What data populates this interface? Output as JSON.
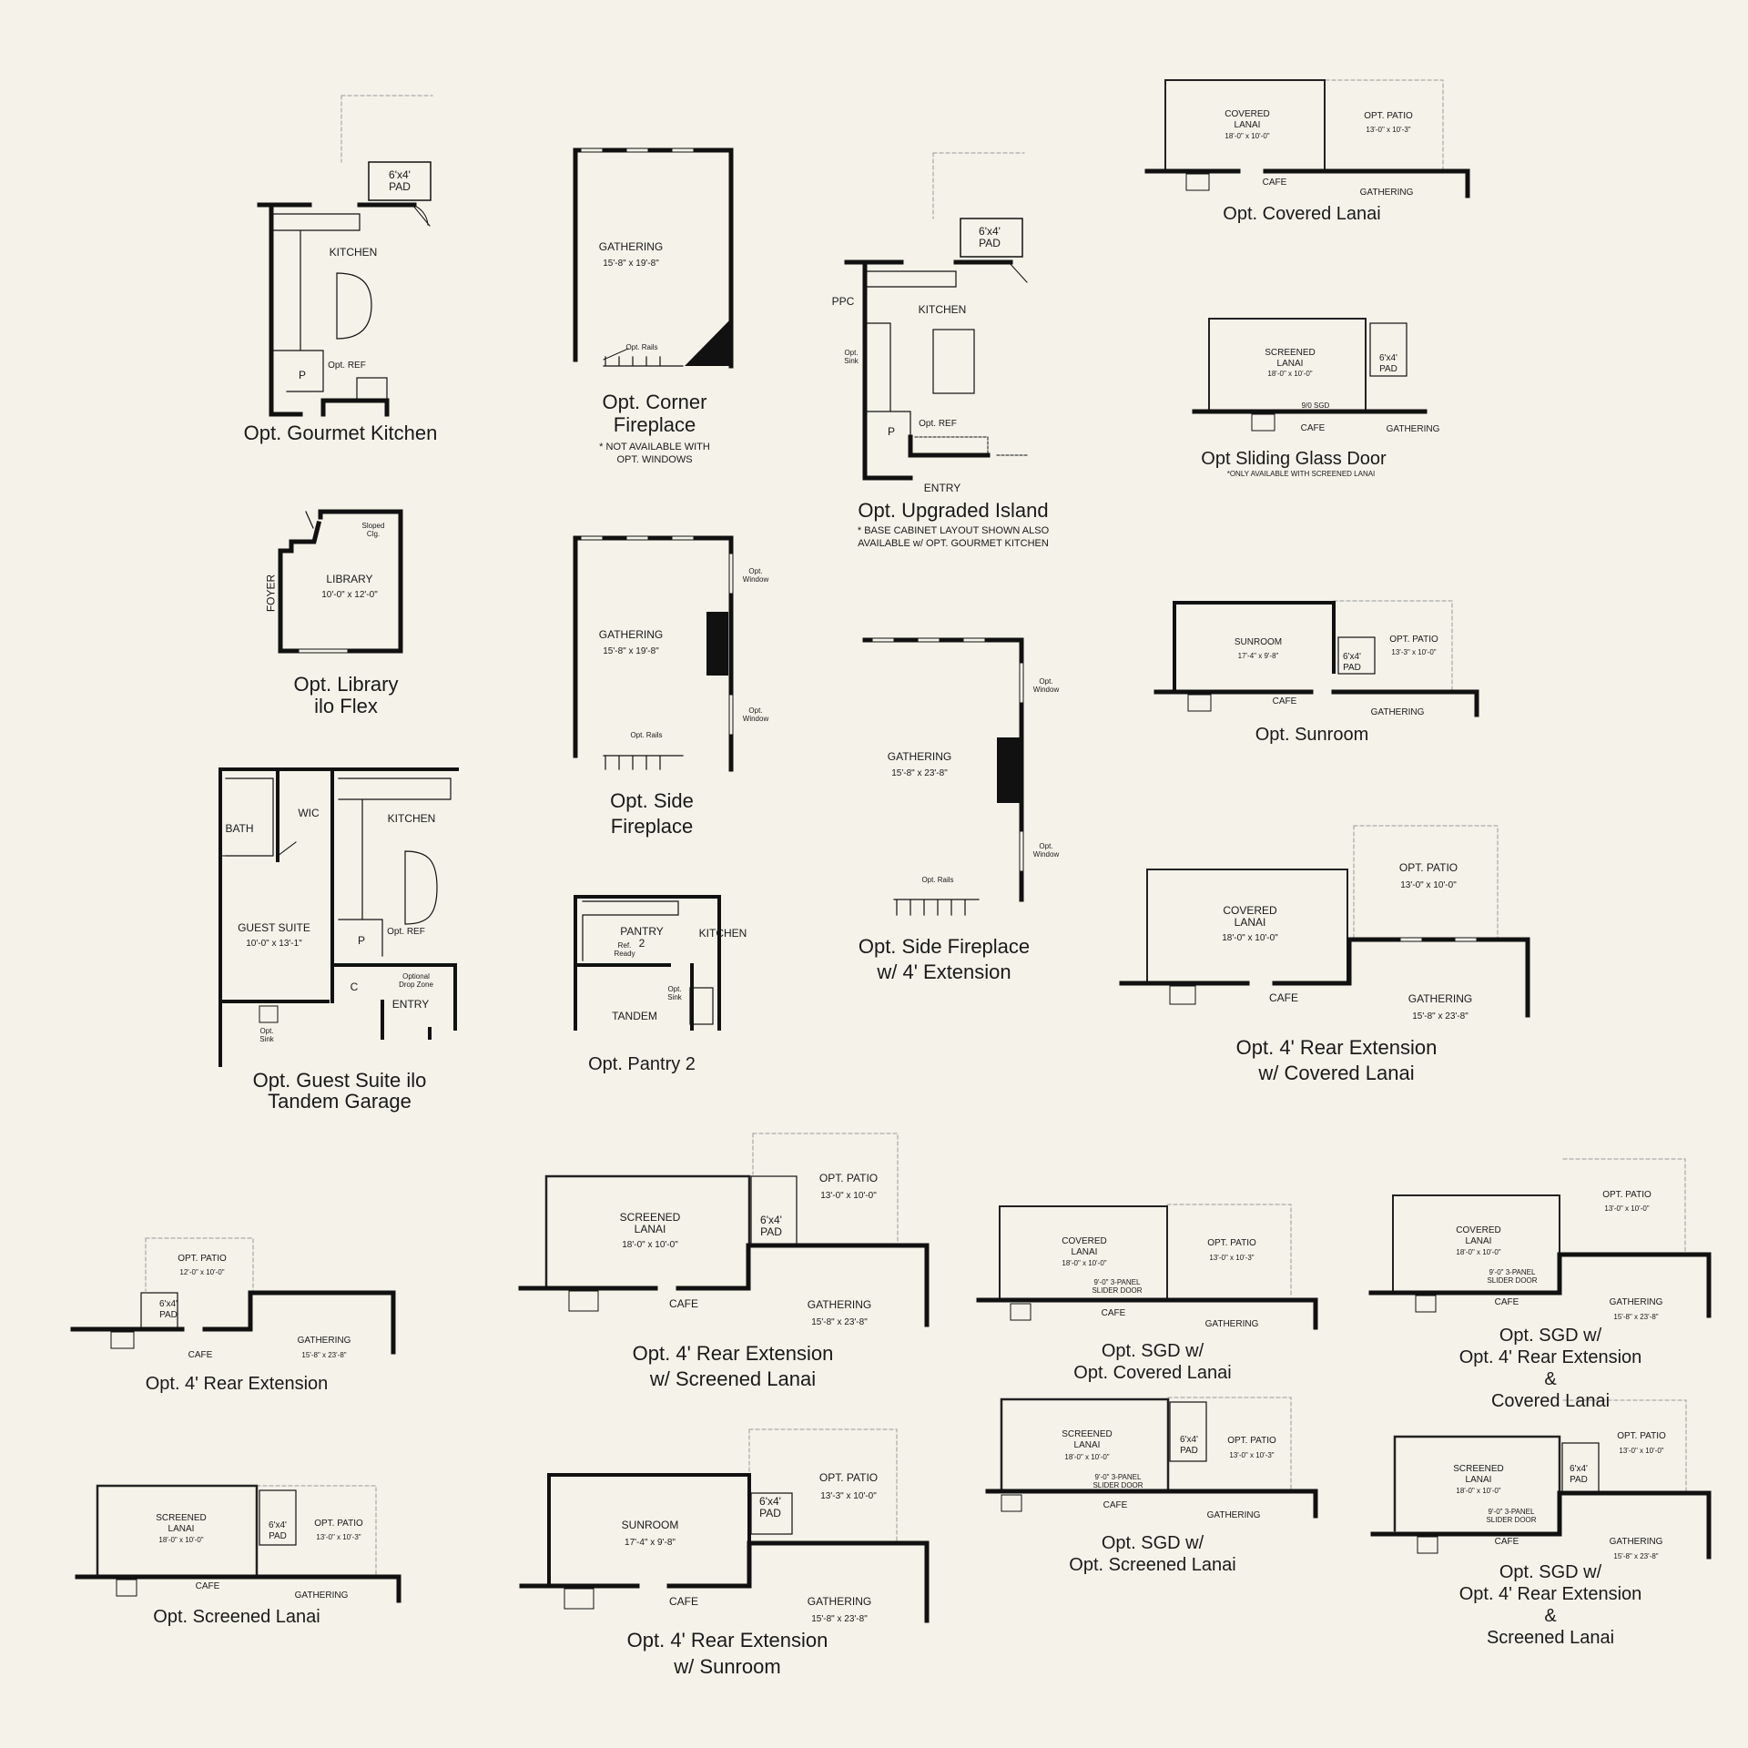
{
  "plans": {
    "gourmet_kitchen": {
      "caption": "Opt. Gourmet Kitchen",
      "pad": "6'x4'\nPAD",
      "kitchen": "KITCHEN",
      "pantry": "P",
      "ref": "Opt. REF"
    },
    "corner_fireplace": {
      "caption": "Opt. Corner\nFireplace",
      "note": "* NOT AVAILABLE WITH\nOPT. WINDOWS",
      "room": "GATHERING",
      "dims": "15'-8\" x 19'-8\"",
      "rails": "Opt. Rails"
    },
    "upgraded_island": {
      "caption": "Opt. Upgraded Island",
      "note": "* BASE CABINET LAYOUT SHOWN ALSO\nAVAILABLE w/ OPT. GOURMET KITCHEN",
      "pad": "6'x4'\nPAD",
      "ppc": "PPC",
      "sink": "Opt.\nSink",
      "kitchen": "KITCHEN",
      "pantry": "P",
      "ref": "Opt. REF",
      "entry": "ENTRY"
    },
    "covered_lanai": {
      "caption": "Opt. Covered Lanai",
      "lanai": "COVERED\nLANAI",
      "lanai_dims": "18'-0\" x 10'-0\"",
      "patio": "OPT. PATIO",
      "patio_dims": "13'-0\" x 10'-3\"",
      "cafe": "CAFE",
      "gathering": "GATHERING"
    },
    "sliding_glass_door": {
      "caption": "Opt Sliding Glass Door",
      "note": "*ONLY AVAILABLE WITH SCREENED LANAI",
      "lanai": "SCREENED\nLANAI",
      "lanai_dims": "18'-0\" x 10'-0\"",
      "pad": "6'x4'\nPAD",
      "sgd": "9/0 SGD",
      "cafe": "CAFE",
      "gathering": "GATHERING"
    },
    "library": {
      "caption": "Opt. Library\nilo Flex",
      "clg": "Sloped\nClg.",
      "room": "LIBRARY",
      "dims": "10'-0\" x 12'-0\"",
      "foyer": "FOYER"
    },
    "side_fireplace": {
      "caption": "Opt. Side\nFireplace",
      "room": "GATHERING",
      "dims": "15'-8\" x 19'-8\"",
      "window": "Opt.\nWindow",
      "rails": "Opt. Rails"
    },
    "sunroom": {
      "caption": "Opt. Sunroom",
      "room": "SUNROOM",
      "dims": "17'-4\" x 9'-8\"",
      "pad": "6'x4'\nPAD",
      "patio": "OPT. PATIO",
      "patio_dims": "13'-3\" x 10'-0\"",
      "cafe": "CAFE",
      "gathering": "GATHERING"
    },
    "side_fireplace_ext": {
      "caption": "Opt. Side Fireplace\nw/ 4' Extension",
      "room": "GATHERING",
      "dims": "15'-8\" x 23'-8\"",
      "window": "Opt.\nWindow",
      "rails": "Opt. Rails"
    },
    "guest_suite": {
      "caption": "Opt. Guest Suite ilo\nTandem Garage",
      "bath": "BATH",
      "wic": "WIC",
      "kitchen": "KITCHEN",
      "suite": "GUEST SUITE",
      "dims": "10'-0\" x 13'-1\"",
      "pantry": "P",
      "ref": "Opt. REF",
      "closet": "C",
      "drop": "Optional\nDrop Zone",
      "entry": "ENTRY",
      "sink": "Opt.\nSink"
    },
    "pantry2": {
      "caption": "Opt. Pantry 2",
      "pantry": "PANTRY\n2",
      "ref": "Ref.\nReady",
      "kitchen": "KITCHEN",
      "sink": "Opt.\nSink",
      "tandem": "TANDEM"
    },
    "rear_ext_covered": {
      "caption": "Opt. 4' Rear Extension\nw/ Covered Lanai",
      "lanai": "COVERED\nLANAI",
      "lanai_dims": "18'-0\" x 10'-0\"",
      "patio": "OPT. PATIO",
      "patio_dims": "13'-0\" x 10'-0\"",
      "cafe": "CAFE",
      "gathering": "GATHERING",
      "gathering_dims": "15'-8\" x 23'-8\""
    },
    "rear_ext": {
      "caption": "Opt. 4' Rear Extension",
      "patio": "OPT. PATIO",
      "patio_dims": "12'-0\" x 10'-0\"",
      "pad": "6'x4'\nPAD",
      "cafe": "CAFE",
      "gathering": "GATHERING",
      "gathering_dims": "15'-8\" x 23'-8\""
    },
    "rear_ext_screened": {
      "caption": "Opt. 4' Rear Extension\nw/ Screened Lanai",
      "lanai": "SCREENED\nLANAI",
      "lanai_dims": "18'-0\" x 10'-0\"",
      "pad": "6'x4'\nPAD",
      "patio": "OPT. PATIO",
      "patio_dims": "13'-0\" x 10'-0\"",
      "cafe": "CAFE",
      "gathering": "GATHERING",
      "gathering_dims": "15'-8\" x 23'-8\""
    },
    "sgd_covered": {
      "caption": "Opt. SGD w/\nOpt. Covered Lanai",
      "lanai": "COVERED\nLANAI",
      "lanai_dims": "18'-0\" x 10'-0\"",
      "patio": "OPT. PATIO",
      "patio_dims": "13'-0\" x 10'-3\"",
      "door": "9'-0\" 3-PANEL\nSLIDER DOOR",
      "cafe": "CAFE",
      "gathering": "GATHERING"
    },
    "sgd_rear_covered": {
      "caption": "Opt. SGD w/\nOpt. 4' Rear Extension &\nCovered Lanai",
      "lanai": "COVERED\nLANAI",
      "lanai_dims": "18'-0\" x 10'-0\"",
      "patio": "OPT. PATIO",
      "patio_dims": "13'-0\" x 10'-0\"",
      "door": "9'-0\" 3-PANEL\nSLIDER DOOR",
      "cafe": "CAFE",
      "gathering": "GATHERING",
      "gathering_dims": "15'-8\" x 23'-8\""
    },
    "screened_lanai": {
      "caption": "Opt. Screened Lanai",
      "lanai": "SCREENED\nLANAI",
      "lanai_dims": "18'-0\" x 10'-0\"",
      "pad": "6'x4'\nPAD",
      "patio": "OPT. PATIO",
      "patio_dims": "13'-0\" x 10'-3\"",
      "cafe": "CAFE",
      "gathering": "GATHERING"
    },
    "rear_ext_sunroom": {
      "caption": "Opt. 4' Rear Extension\nw/ Sunroom",
      "room": "SUNROOM",
      "dims": "17'-4\" x 9'-8\"",
      "pad": "6'x4'\nPAD",
      "patio": "OPT. PATIO",
      "patio_dims": "13'-3\" x 10'-0\"",
      "cafe": "CAFE",
      "gathering": "GATHERING",
      "gathering_dims": "15'-8\" x 23'-8\""
    },
    "sgd_screened": {
      "caption": "Opt. SGD w/\nOpt. Screened Lanai",
      "lanai": "SCREENED\nLANAI",
      "lanai_dims": "18'-0\" x 10'-0\"",
      "pad": "6'x4'\nPAD",
      "patio": "OPT. PATIO",
      "patio_dims": "13'-0\" x 10'-3\"",
      "door": "9'-0\" 3-PANEL\nSLIDER DOOR",
      "cafe": "CAFE",
      "gathering": "GATHERING"
    },
    "sgd_rear_screened": {
      "caption": "Opt. SGD w/\nOpt. 4' Rear Extension &\nScreened Lanai",
      "lanai": "SCREENED\nLANAI",
      "lanai_dims": "18'-0\" x 10'-0\"",
      "pad": "6'x4'\nPAD",
      "patio": "OPT. PATIO",
      "patio_dims": "13'-0\" x 10'-0\"",
      "door": "9'-0\" 3-PANEL\nSLIDER DOOR",
      "cafe": "CAFE",
      "gathering": "GATHERING",
      "gathering_dims": "15'-8\" x 23'-8\""
    }
  }
}
